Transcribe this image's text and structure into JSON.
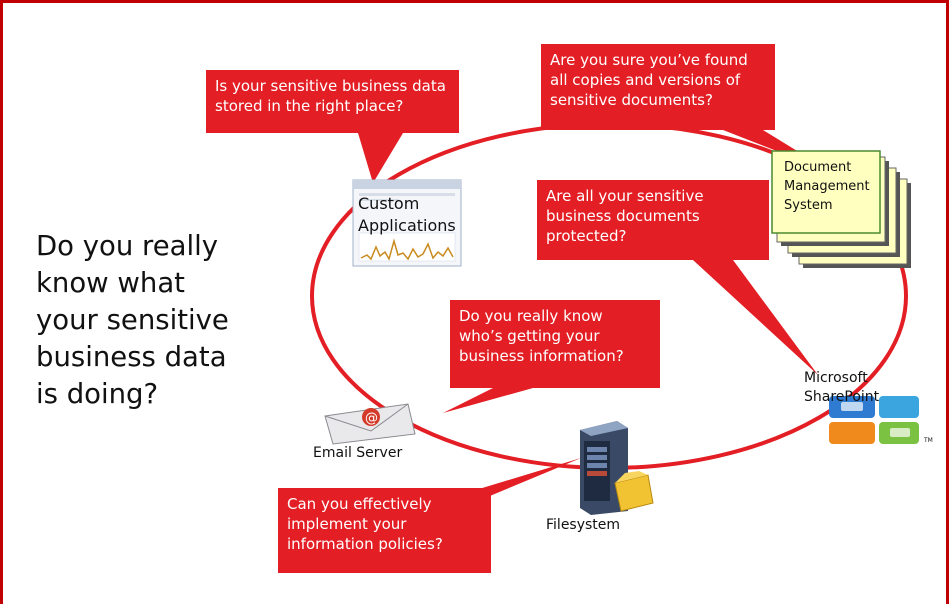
{
  "headline": {
    "lines": [
      "Do you really",
      "know what",
      "your sensitive",
      "business data",
      "is doing?"
    ]
  },
  "callouts": {
    "right_place": "Is your sensitive business data\nstored in the right place?",
    "all_copies": "Are you sure you’ve found\nall copies and versions of\nsensitive documents?",
    "protected": "Are all your sensitive\nbusiness documents\nprotected?",
    "who_getting": "Do you really know\nwho’s getting your\nbusiness information?",
    "policies": "Can you effectively\nimplement your\ninformation policies?"
  },
  "nodes": {
    "custom_applications": "Custom\nApplications",
    "document_management": "Document\nManagement\nSystem",
    "microsoft_sharepoint": "Microsoft\nSharePoint",
    "sharepoint_tm": "TM",
    "email_server": "Email Server",
    "filesystem": "Filesystem"
  },
  "colors": {
    "frame": "#c00000",
    "ellipse": "#e31e24",
    "callout": "#e31e24",
    "note": "#ffffc0"
  },
  "icons": [
    "application-window-icon",
    "document-stack-icon",
    "sharepoint-logo-icon",
    "email-envelope-icon",
    "server-tower-icon"
  ]
}
